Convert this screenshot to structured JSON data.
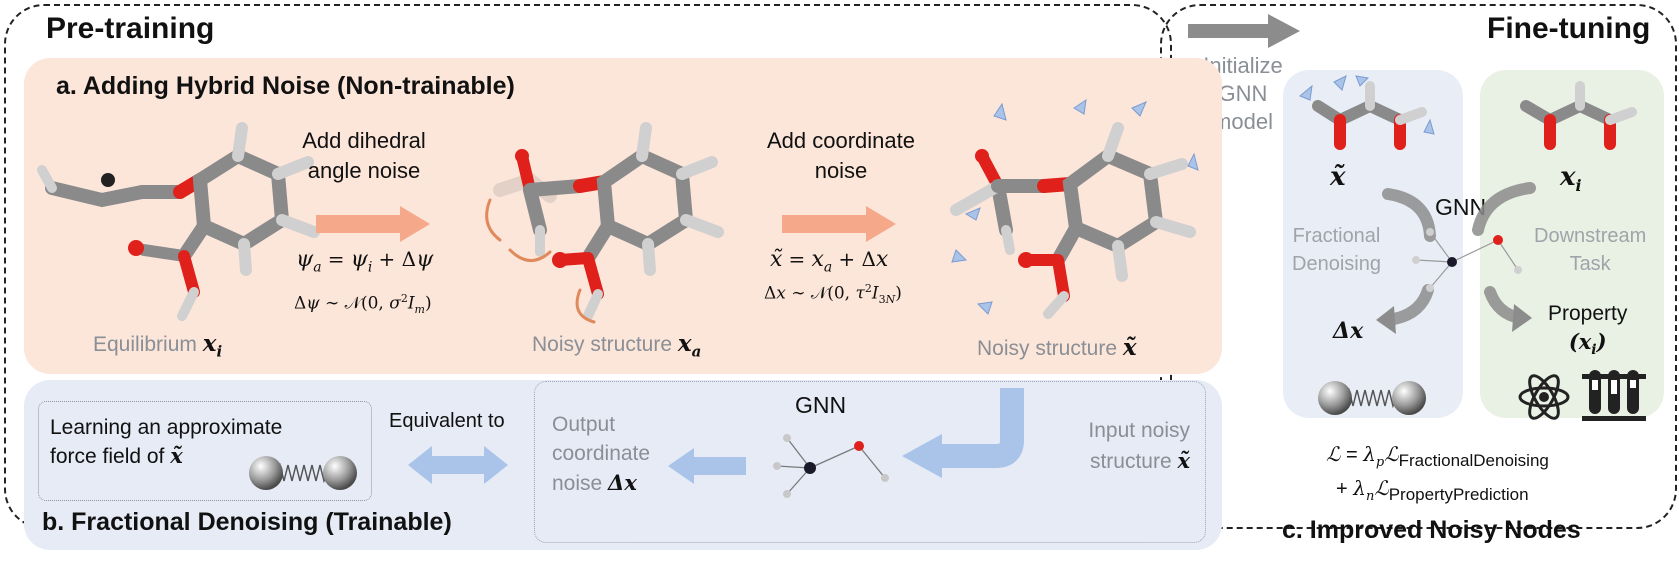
{
  "titles": {
    "pretraining": "Pre-training",
    "finetuning": "Fine-tuning",
    "section_a": "a. Adding Hybrid Noise (Non-trainable)",
    "section_b": "b. Fractional Denoising (Trainable)",
    "section_c": "c. Improved Noisy Nodes"
  },
  "initialize": [
    "Initialize",
    "GNN",
    "model"
  ],
  "section_a": {
    "step1_label": [
      "Add dihedral",
      "angle noise"
    ],
    "step1_eq1": "ψa = ψi + Δψ",
    "step1_eq2": "Δψ ~ 𝒩(0, σ²Im)",
    "step2_label": [
      "Add coordinate",
      "noise"
    ],
    "step2_eq1": "x̃ = xa + Δx",
    "step2_eq2": "Δx ~ 𝒩(0, τ²I3N)",
    "caption_equilibrium": "Equilibrium",
    "caption_equilibrium_sym": "xi",
    "caption_noisy_a": "Noisy structure",
    "caption_noisy_a_sym": "xa",
    "caption_noisy_tilde": "Noisy structure",
    "caption_noisy_tilde_sym": "x̃"
  },
  "section_b": {
    "learning": [
      "Learning an approximate",
      "force field of x̃"
    ],
    "equivalent": "Equivalent to",
    "output": [
      "Output",
      "coordinate",
      "noise Δx"
    ],
    "gnn": "GNN",
    "input": [
      "Input noisy",
      "structure x̃"
    ]
  },
  "section_c": {
    "x_tilde": "x̃",
    "x_i": "xi",
    "gnn": "GNN",
    "fractional": [
      "Fractional",
      "Denoising"
    ],
    "downstream": [
      "Downstream",
      "Task"
    ],
    "delta_x": "Δx",
    "property": [
      "Property",
      "(xi)"
    ],
    "loss_line1": "ℒ = λpℒFractionalDenoising",
    "loss_line2": "+ λnℒPropertyPrediction"
  },
  "colors": {
    "panel_a": "#fce6da",
    "panel_b": "#e6ebf6",
    "panel_c_left": "#e9eef6",
    "panel_c_right": "#e9f1e4",
    "orange_arrow": "#f6a98a",
    "blue_arrow": "#a9c4e8",
    "gray_arrow": "#8c8c8c",
    "oxygen": "#e0201a",
    "carbon": "#8a8a8a"
  }
}
